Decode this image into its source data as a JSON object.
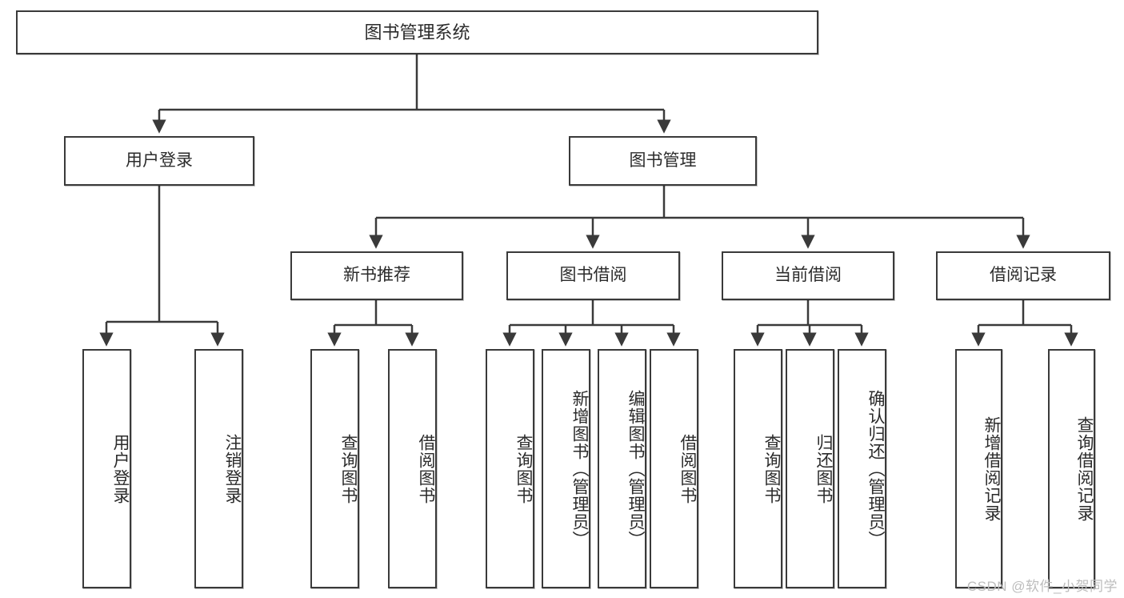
{
  "diagram": {
    "type": "tree-hierarchy",
    "title": "图书管理系统",
    "root": {
      "label": "图书管理系统"
    },
    "level1": [
      {
        "label": "用户登录"
      },
      {
        "label": "图书管理"
      }
    ],
    "level2": [
      {
        "label": "新书推荐"
      },
      {
        "label": "图书借阅"
      },
      {
        "label": "当前借阅"
      },
      {
        "label": "借阅记录"
      }
    ],
    "leaves": {
      "user_login": [
        {
          "label": "用户登录"
        },
        {
          "label": "注销登录"
        }
      ],
      "new_book_recommend": [
        {
          "label": "查询图书"
        },
        {
          "label": "借阅图书"
        }
      ],
      "book_borrow": [
        {
          "label": "查询图书"
        },
        {
          "label": "新增图书（管理员）"
        },
        {
          "label": "编辑图书（管理员）"
        },
        {
          "label": "借阅图书"
        }
      ],
      "current_borrow": [
        {
          "label": "查询图书"
        },
        {
          "label": "归还图书"
        },
        {
          "label": "确认归还（管理员）"
        }
      ],
      "borrow_record": [
        {
          "label": "新增借阅记录"
        },
        {
          "label": "查询借阅记录"
        }
      ]
    }
  },
  "watermark": {
    "text": "CSDN @软件_小贺同学"
  },
  "colors": {
    "border": "#3a3a3a",
    "background": "#ffffff",
    "text": "#2b2b2b",
    "watermark": "#bdbdbd"
  }
}
